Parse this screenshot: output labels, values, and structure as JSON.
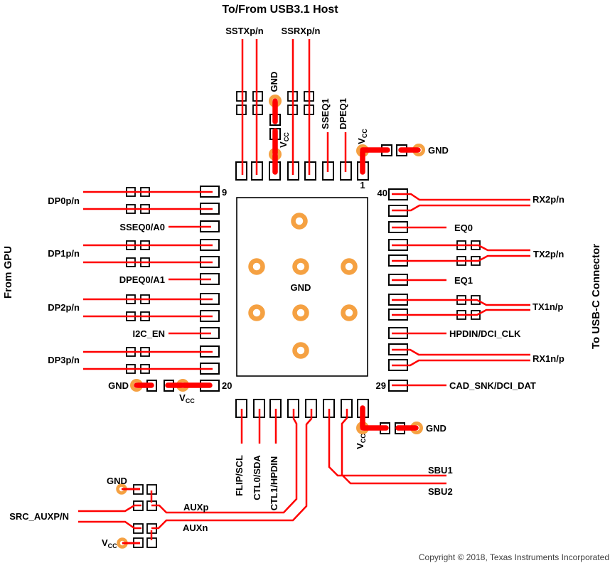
{
  "title_top": "To/From USB3.1 Host",
  "side_labels": {
    "left": "From GPU",
    "right": "To USB-C Connector"
  },
  "chip": {
    "center_label": "GND"
  },
  "net": {
    "gnd": "GND",
    "vcc_main": "V",
    "vcc_sub": "CC"
  },
  "pins": {
    "p1": "1",
    "p9": "9",
    "p20": "20",
    "p29": "29",
    "p40": "40"
  },
  "top": {
    "sstx": "SSTXp/n",
    "ssrx": "SSRXp/n",
    "sseq1": "SSEQ1",
    "dpeq1": "DPEQ1"
  },
  "left": {
    "dp0": "DP0p/n",
    "sseq0": "SSEQ0/A0",
    "dp1": "DP1p/n",
    "dpeq0": "DPEQ0/A1",
    "dp2": "DP2p/n",
    "i2c_en": "I2C_EN",
    "dp3": "DP3p/n"
  },
  "right": {
    "rx2": "RX2p/n",
    "eq0": "EQ0",
    "tx2": "TX2p/n",
    "eq1": "EQ1",
    "tx1": "TX1n/p",
    "hpdin": "HPDIN/DCI_CLK",
    "rx1": "RX1n/p",
    "cad": "CAD_SNK/DCI_DAT"
  },
  "bottom": {
    "flip": "FLIP/SCL",
    "ctl0": "CTL0/SDA",
    "ctl1": "CTL1/HPDIN",
    "sbu1": "SBU1",
    "sbu2": "SBU2",
    "auxp": "AUXp",
    "auxn": "AUXn",
    "src_aux": "SRC_AUXP/N"
  },
  "footer": {
    "copyright": "Copyright © 2018, Texas Instruments Incorporated"
  },
  "colors": {
    "trace": "#ff0000",
    "via": "#f5a142",
    "pad_border": "#000000"
  }
}
